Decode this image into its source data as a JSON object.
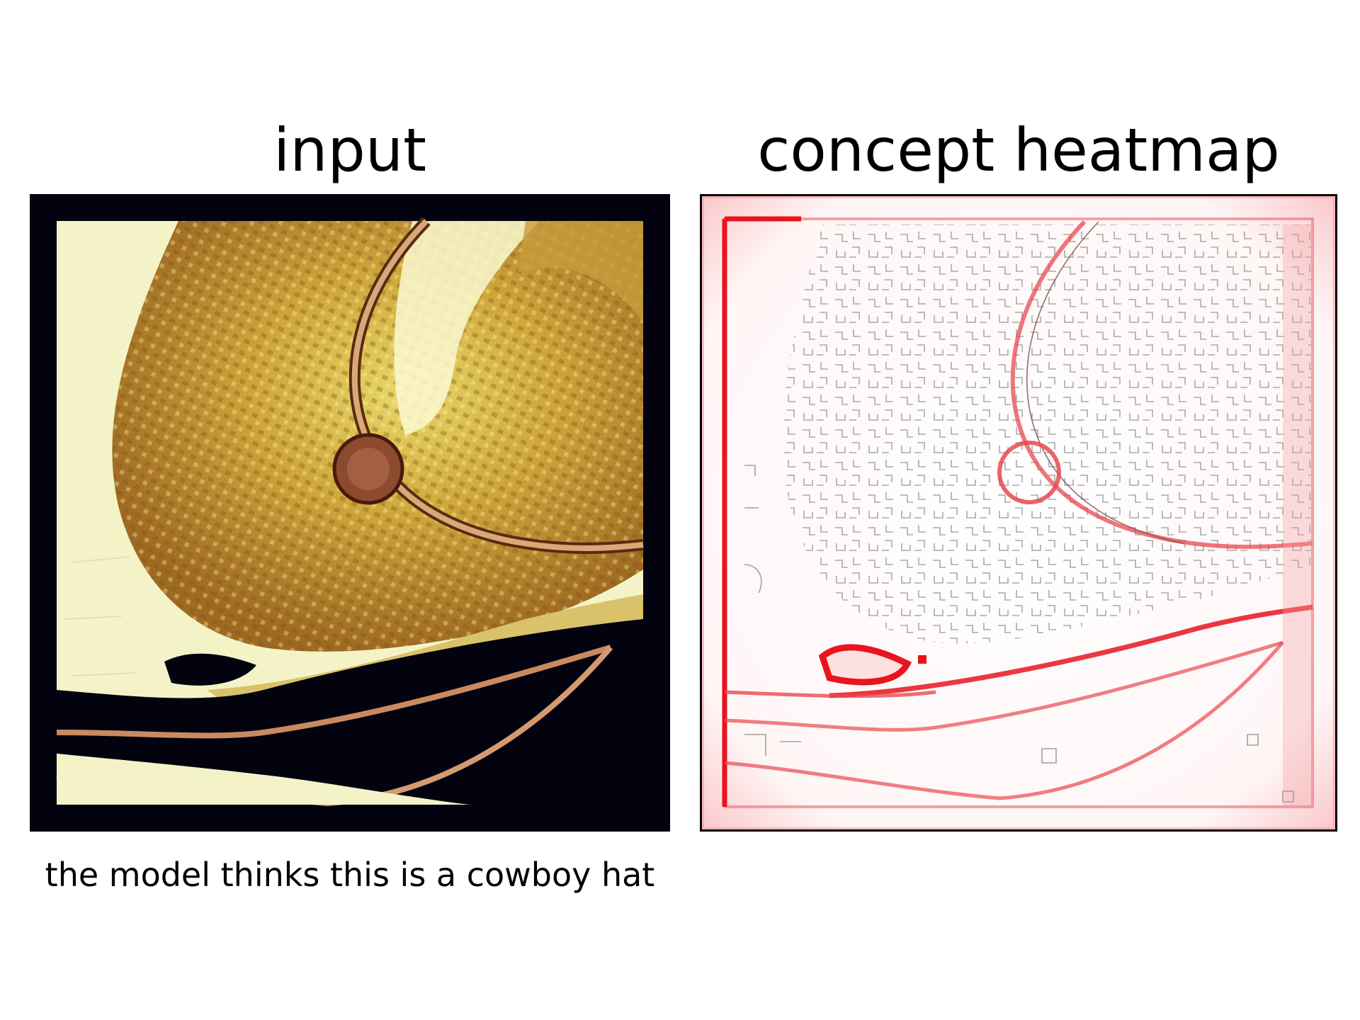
{
  "panels": {
    "input_title": "input",
    "heatmap_title": "concept heatmap"
  },
  "caption": "the model thinks this is a cowboy hat",
  "illustrations": {
    "input": "straw-cowboy-hat-image",
    "heatmap": "red-edge-heatmap-image"
  },
  "colors": {
    "frame": "#02030f",
    "hat": "#c9a43a",
    "background": "#f4f3c8",
    "heat": "#e8141e"
  }
}
